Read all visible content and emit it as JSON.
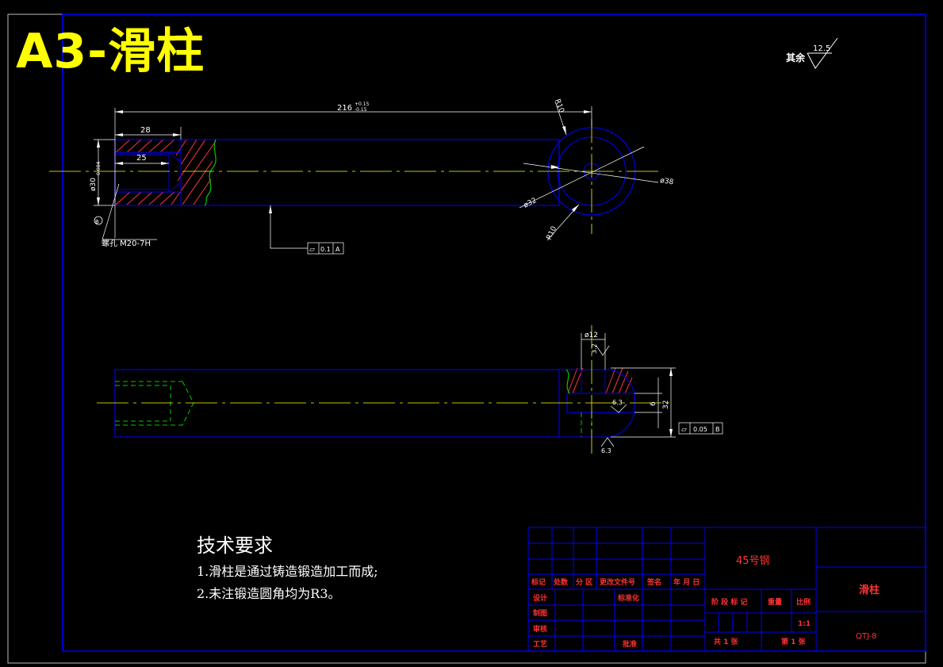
{
  "title": "A3-滑柱",
  "surface_note": {
    "label": "其余",
    "roughness": "12.5"
  },
  "dimensions": {
    "overall_length": "216",
    "overall_tol_upper": "+0.15",
    "overall_tol_lower": "-0.15",
    "thread_depth": "28",
    "drill_depth": "25",
    "shaft_dia": "ø30",
    "shaft_dia_tol": "-0.084",
    "thread": "螺孔 M20-7H",
    "bore_mark": "B",
    "radius_top": "R10",
    "radius_bottom": "R10",
    "dia_32": "ø32",
    "dia_38": "ø38",
    "hole_dia": "ø12",
    "roughness_top": "3.2",
    "roughness_mid": "6.3",
    "roughness_bottom": "6.3",
    "width_6": "6",
    "height_32": "32"
  },
  "tolerance_frames": {
    "top": {
      "symbol": "⏥",
      "value": "0.1",
      "datum": "A"
    },
    "bottom": {
      "symbol": "⏥",
      "value": "0.05",
      "datum": "B"
    }
  },
  "tech_requirements": {
    "heading": "技术要求",
    "item1": "1.滑柱是通过铸造锻造加工而成;",
    "item2": "2.未注锻造圆角均为R3。"
  },
  "title_block": {
    "material": "45号钢",
    "part_name": "滑柱",
    "drawing_no": "QTJ-8",
    "rev_row": [
      "标记",
      "处数",
      "分 区",
      "更改文件号",
      "签名",
      "年 月 日"
    ],
    "design": "设计",
    "standardize": "标准化",
    "drafting": "制图",
    "review": "审核",
    "process": "工艺",
    "approve": "批准",
    "stage_label": "阶 段 标 记",
    "weight_label": "重量",
    "scale_label": "比例",
    "scale_value": "1:1",
    "total_sheets": "共 1 张",
    "sheet_no": "第 1 张"
  },
  "colors": {
    "border": "#0000ff",
    "part": "#0000cc",
    "dim": "#ffffff",
    "centerline": "#ffff00",
    "hatch": "#ff3333",
    "hidden": "#00cc00",
    "table_line": "#0000ff",
    "table_text": "#ff3333"
  }
}
